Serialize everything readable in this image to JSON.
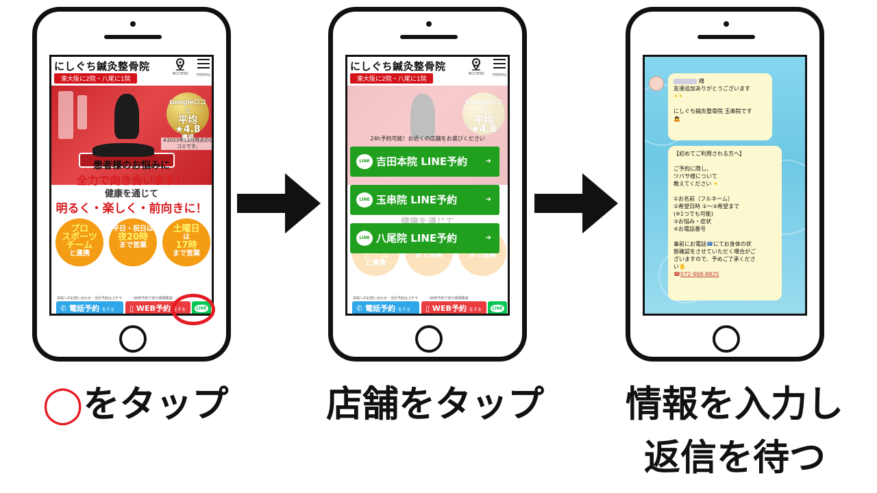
{
  "phone1": {
    "logo": "にしぐち鍼灸整骨院",
    "ribbon": "東大阪に2院・八尾に1院",
    "access_label": "access",
    "menu_label": "menu",
    "badge_line1": "Google口コミ",
    "badge_line2": "平均★4.8",
    "badge_line3": "獲得",
    "badge_note": "※2023年12月時点の口コミです。",
    "headline1": "患者様のお悩みに",
    "headline2": "全力で向き合います！",
    "headline3": "健康を通じて",
    "headline4": "明るく・楽しく・前向きに！",
    "circles": [
      {
        "l1": "プロ",
        "l2": "スポーツ",
        "l3": "チーム",
        "l4": "と連携"
      },
      {
        "l1": "平日・祝日は",
        "l2": "夜20時",
        "l3": "まで営業",
        "l4": ""
      },
      {
        "l1": "土曜日",
        "l2": "は",
        "l3": "17時",
        "l4": "まで営業"
      }
    ],
    "tel_small": "本院へのお問い合わせ・当日予約はコチラ",
    "tel_btn": "電話予約",
    "tel_sub": "をする",
    "web_small": "WEB予約で待ち時間軽減",
    "web_btn": "WEB予約",
    "web_sub": "をする",
    "line_btn": "LINE"
  },
  "phone2": {
    "prompt": "24h予約可能！お近くの店舗をお選びください",
    "line_icon": "LINE",
    "buttons": [
      {
        "label": "吉田本院 LINE予約"
      },
      {
        "label": "玉串院 LINE予約"
      },
      {
        "label": "八尾院 LINE予約"
      }
    ],
    "arrow_glyph": "➜"
  },
  "phone3": {
    "msg1_l1": "様",
    "msg1_l2": "友達追加ありがとうございます",
    "msg1_l3": "にしぐち鍼灸整骨院 玉串院です",
    "msg2_l1": "【初めてご利用される方へ】",
    "msg2_l2": "ご予約に際し、",
    "msg2_l3": "ツバサ様について",
    "msg2_l4": "教えてください",
    "msg2_l5": "①お名前（フルネーム）",
    "msg2_l6": "②希望日時 ①〜③希望まで",
    "msg2_l7": "(※1つでも可能)",
    "msg2_l8": "③お悩み・症状",
    "msg2_l9": "④お電話番号",
    "msg2_l10": "事前にお電話",
    "msg2_l11": "にてお身体の状",
    "msg2_l12": "態確認をさせていただく場合がご",
    "msg2_l13": "ざいますので、予めご了承くださ",
    "msg2_l14": "い",
    "phone_number": "072-968-8825"
  },
  "captions": {
    "step1_mark": "◯",
    "step1": "をタップ",
    "step2": "店舗をタップ",
    "step3_line1": "情報を入力し",
    "step3_line2": "返信を待つ"
  },
  "colors": {
    "accent_red": "#e31b23",
    "line_green": "#06c755",
    "line_button_green": "#21a020",
    "orange": "#f39c14"
  }
}
